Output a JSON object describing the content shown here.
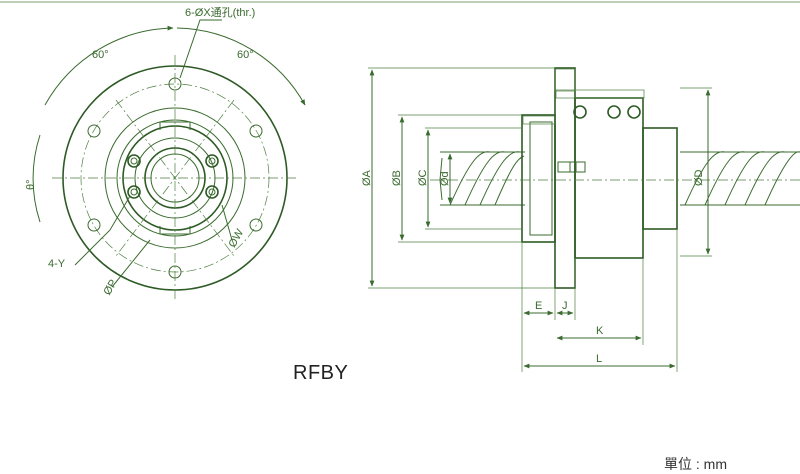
{
  "title": "RFBY",
  "unit_label": "單位 : mm",
  "front_view": {
    "hole_note": "6-ØX通孔(thr.)",
    "angle_left": "60°",
    "angle_right": "60°",
    "angle_theta": "θ°",
    "tap_note": "4-Y",
    "pitch_circle": "ØP",
    "dim_w": "ØW"
  },
  "side_view": {
    "dim_a": "ØA",
    "dim_b": "ØB",
    "dim_c": "ØC",
    "dim_d": "Ød",
    "dim_od": "ØD",
    "dim_e": "E",
    "dim_j": "J",
    "dim_k": "K",
    "dim_l": "L"
  },
  "colors": {
    "line": "#3a6b2e",
    "text": "#3a6b2e",
    "hatch": "#6f9a62"
  }
}
